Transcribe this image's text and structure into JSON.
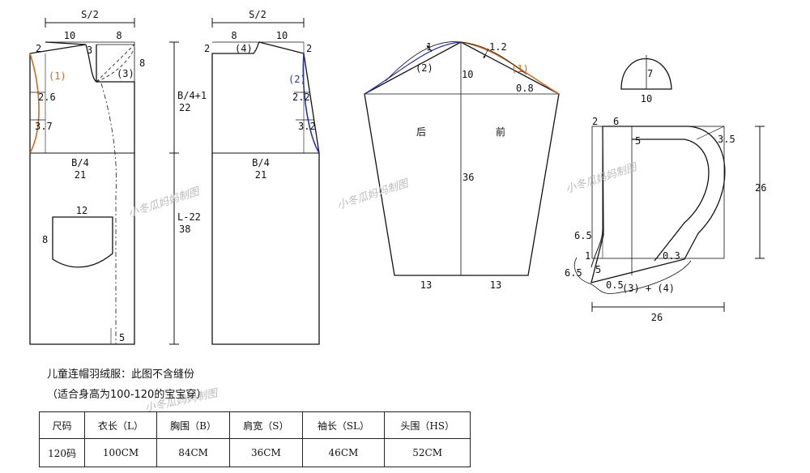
{
  "back_bodice": {
    "top_dim": "S/2",
    "neck_w": "10",
    "shoulder_w": "8",
    "shoulder_drop": "2",
    "neck_depth": "8",
    "neck_step": "3",
    "facing_mark": "(3)",
    "armhole_mark": "(1)",
    "armhole_a": "2.6",
    "armhole_b": "3.7",
    "bust": "B/4",
    "bust_val": "21",
    "pocket_w": "12",
    "pocket_h": "8",
    "hem_ext": "5"
  },
  "side_dims": {
    "armhole_depth": "B/4+1",
    "armhole_depth_val": "22",
    "length": "L-22",
    "length_val": "38"
  },
  "front_bodice": {
    "top_dim": "S/2",
    "shoulder_w": "8",
    "neck_w": "10",
    "shoulder_drop": "2",
    "facing_mark": "(4)",
    "armhole_mark": "(2)",
    "armhole_a": "2.2",
    "armhole_b": "3.2",
    "bust": "B/4",
    "bust_val": "21"
  },
  "sleeve": {
    "back_mark": "(2)",
    "back_offset": "1",
    "front_offset": "1.2",
    "front_mark": "(1)",
    "cap_height": "10",
    "cap_side": "0.8",
    "back_label": "后",
    "front_label": "前",
    "length": "36",
    "hem_left": "13",
    "hem_right": "13"
  },
  "ear": {
    "height": "7",
    "width": "10"
  },
  "hood": {
    "w1": "2",
    "w2": "6",
    "inner": "5",
    "corner": "3.5",
    "height": "26",
    "curve_a": "6.5",
    "curve_b": "6.5",
    "small": "1",
    "bottom_left": "5",
    "bottom_c": "0.5",
    "bottom_d": "0.3",
    "match": "(3) + (4)",
    "width": "26"
  },
  "watermark": "小冬瓜妈妈制图",
  "notes": {
    "line1": "儿童连帽羽绒服：此图不含缝份",
    "line2": "（适合身高为100-120的宝宝穿）"
  },
  "size_table": {
    "headers": [
      "尺码",
      "衣长（L）",
      "胸围（B）",
      "肩宽（S）",
      "袖长（SL）",
      "头围（HS）"
    ],
    "row": [
      "120码",
      "100CM",
      "84CM",
      "36CM",
      "46CM",
      "52CM"
    ]
  },
  "colors": {
    "line": "#111111",
    "orange": "#d2691e",
    "blue": "#2a35a8",
    "watermark": "#bbbbbb"
  }
}
